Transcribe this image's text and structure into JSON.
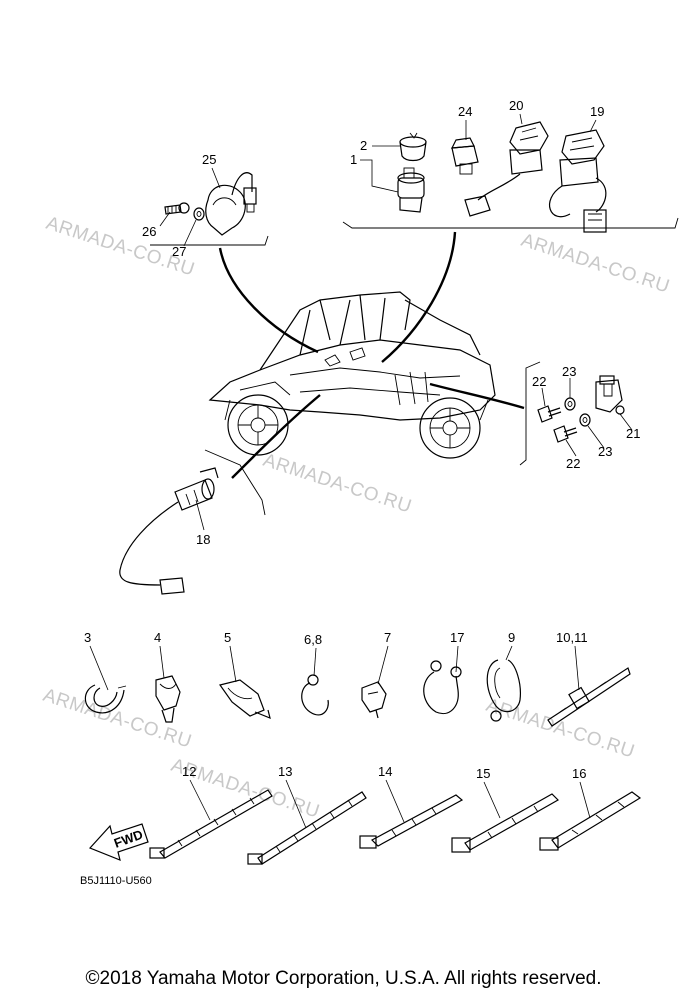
{
  "watermarks": [
    "ARMADA-CO.RU",
    "ARMADA-CO.RU",
    "ARMADA-CO.RU",
    "ARMADA-CO.RU",
    "ARMADA-CO.RU",
    "ARMADA-CO.RU"
  ],
  "callouts": {
    "c1": "1",
    "c2": "2",
    "c3": "3",
    "c4": "4",
    "c5": "5",
    "c6_8": "6,8",
    "c7": "7",
    "c9": "9",
    "c10_11": "10,11",
    "c12": "12",
    "c13": "13",
    "c14": "14",
    "c15": "15",
    "c16": "16",
    "c17": "17",
    "c18": "18",
    "c19": "19",
    "c20": "20",
    "c21": "21",
    "c22a": "22",
    "c22b": "22",
    "c23a": "23",
    "c23b": "23",
    "c24": "24",
    "c25": "25",
    "c26": "26",
    "c27": "27"
  },
  "fwd_label": "FWD",
  "diagram_code": "B5J1110-U560",
  "copyright": "©2018 Yamaha Motor Corporation, U.S.A. All rights reserved."
}
